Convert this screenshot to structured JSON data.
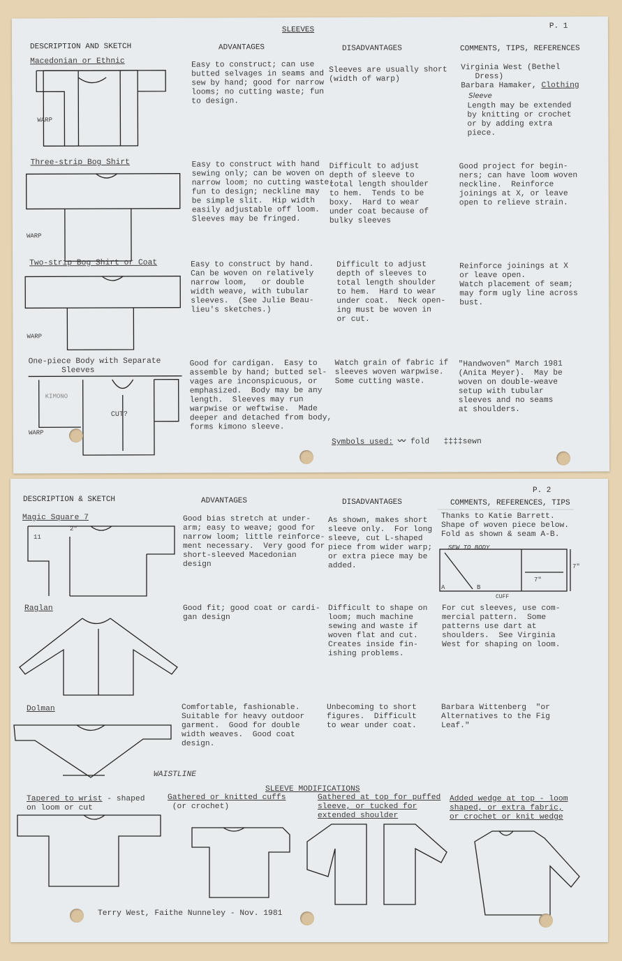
{
  "page1": {
    "title": "SLEEVES",
    "page_number": "P. 1",
    "headers": [
      "DESCRIPTION AND SKETCH",
      "ADVANTAGES",
      "DISADVANTAGES",
      "COMMENTS, TIPS, REFERENCES"
    ],
    "rows": [
      {
        "name": "Macedonian or Ethnic",
        "advantages": "Easy to construct; can use\nbutted selvages in seams and\nsew by hand; good for narrow\nlooms; no cutting waste; fun\nto design.",
        "disadvantages": "Sleeves are usually short\n(width of warp)",
        "comments": "Virginia West (Bethel\n   Dress)\nBarbara Hamaker, ",
        "comments_underlined": "Clothing",
        "comments_handwritten": "Sleeve",
        "comments_extra": "Length may be extended\nby knitting or crochet\nor by adding extra\npiece.",
        "sketch_label": "WARP"
      },
      {
        "name": "Three-strip Bog Shirt",
        "advantages": "Easy to construct with hand\nsewing only; can be woven on\nnarrow loom; no cutting waste;\nfun to design; neckline may\nbe simple slit.  Hip width\neasily adjustable off loom.\nSleeves may be fringed.",
        "disadvantages": "Difficult to adjust\ndepth of sleeve to\ntotal length shoulder\nto hem.  Tends to be\nboxy.  Hard to wear\nunder coat because of\nbulky sleeves",
        "comments": "Good project for begin-\nners; can have loom woven\nneckline.  Reinforce\njoinings at X, or leave\nopen to relieve strain.",
        "sketch_label": "WARP"
      },
      {
        "name": "Two-strip Bog Shirt or Coat",
        "advantages": "Easy to construct by hand.\nCan be woven on relatively\nnarrow loom,   or double\nwidth weave, with tubular\nsleeves.  (See Julie Beau-\nlieu's sketches.)",
        "disadvantages": "Difficult to adjust\ndepth of sleeves to\ntotal length shoulder\nto hem.  Hard to wear\nunder coat.  Neck open-\ning must be woven in\nor cut.",
        "comments": "Reinforce joinings at X\nor leave open.\nWatch placement of seam;\nmay form ugly line across\nbust.",
        "sketch_label": "WARP"
      },
      {
        "name": "One-piece Body with Separate\n       Sleeves",
        "advantages": "Good for cardigan.  Easy to\nassemble by hand; butted sel-\nvages are inconspicuous, or\nemphasized.  Body may be any\nlength.  Sleeves may run\nwarpwise or weftwise.  Made\ndeeper and detached from body,\nforms kimono sleeve.",
        "disadvantages": "Watch grain of fabric if\nsleeves woven warpwise.\nSome cutting waste.",
        "comments": "\"Handwoven\" March 1981\n(Anita Meyer).  May be\nwoven on double-weave\nsetup with tubular\nsleeves and no seams\nat shoulders.",
        "sketch_label": "WARP",
        "sketch_kimono": "KIMONO",
        "sketch_cut": "CUT?"
      }
    ],
    "symbols": {
      "label": "Symbols used:",
      "fold": "fold",
      "sewn": "sewn"
    }
  },
  "page2": {
    "page_number": "P. 2",
    "headers": [
      "DESCRIPTION & SKETCH",
      "ADVANTAGES",
      "DISADVANTAGES",
      "COMMENTS, REFERENCES, TIPS"
    ],
    "rows": [
      {
        "name": "Magic Square 7",
        "advantages": "Good bias stretch at under-\narm; easy to weave; good for\nnarrow loom; little reinforce-\nment necessary.  Very good for\nshort-sleeved Macedonian\ndesign",
        "disadvantages": "As shown, makes short\nsleeve only.  For long\nsleeve, cut L-shaped\npiece from wider warp;\nor extra piece may be\nadded.",
        "comments": "Thanks to Katie Barrett.\nShape of woven piece below.\nFold as shown & seam A-B.",
        "diagram": {
          "top": "SEW TO BODY",
          "bottom": "CUFF",
          "a": "A",
          "b": "B",
          "dim": "7\""
        },
        "sketch_dims": [
          "11",
          "2\""
        ]
      },
      {
        "name": "Raglan",
        "advantages": "Good fit; good coat or cardi-\ngan design",
        "disadvantages": "Difficult to shape on\nloom; much machine\nsewing and waste if\nwoven flat and cut.\nCreates inside fin-\nishing problems.",
        "comments": "For cut sleeves, use com-\nmercial pattern.  Some\npatterns use dart at\nshoulders.  See Virginia\nWest for shaping on loom."
      },
      {
        "name": "Dolman",
        "advantages": "Comfortable, fashionable.\nSuitable for heavy outdoor\ngarment.  Good for double\nwidth weaves.  Good coat\ndesign.",
        "disadvantages": "Unbecoming to short\nfigures.  Difficult\nto wear under coat.",
        "comments": "Barbara Wittenberg  \"or\nAlternatives to the Fig\nLeaf.\"",
        "sketch_label": "WAISTLINE"
      }
    ],
    "modifications": {
      "title": "SLEEVE MODIFICATIONS",
      "items": [
        {
          "u": "Tapered to wrist",
          "rest": " - shaped\non loom or cut"
        },
        {
          "u": "Gathered or knitted cuffs",
          "rest": "\n (or crochet)"
        },
        {
          "u": "Gathered at top for puffed\nsleeve, or tucked for\nextended shoulder",
          "rest": ""
        },
        {
          "u": "Added wedge at top - loom\nshaped, or extra fabric,\nor crochet or knit wedge",
          "rest": ""
        }
      ]
    },
    "footer": "Terry West, Faithe Nunneley - Nov. 1981"
  }
}
